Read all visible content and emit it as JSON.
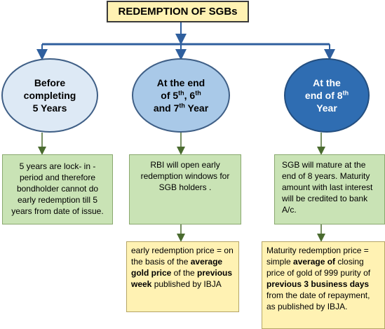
{
  "title": "REDEMPTION OF SGBs",
  "nodes": {
    "stage1": {
      "line1": "Before",
      "line2": "completing",
      "line3": "5 Years"
    },
    "stage2": {
      "line1a": "At the end",
      "line2a": "of 5",
      "sup1": "th",
      "line2b": ", 6",
      "sup2": "th",
      "line3a": "and 7",
      "sup3": "th",
      "line3b": " Year"
    },
    "stage3": {
      "line1": "At the",
      "line2a": "end of 8",
      "sup": "th",
      "line3": "Year"
    }
  },
  "details": {
    "d1": "5 years are lock- in - period and therefore bondholder cannot do early redemption till 5 years from date of issue.",
    "d2": "RBI will open early redemption windows for SGB holders .",
    "d3": "SGB will mature at the end of 8 years. Maturity amount with last interest will be credited to bank A/c."
  },
  "prices": {
    "p1": {
      "t1": "early redemption price = on the basis of the ",
      "b1": "average gold price",
      "t2": " of the ",
      "b2": "previous week",
      "t3": " published by IBJA"
    },
    "p2": {
      "t1": "Maturity redemption price = simple ",
      "b1": "average of",
      "t2": " closing price of gold of 999 purity of ",
      "b2": "previous 3 business days",
      "t3": " from the date of repayment, as published by IBJA."
    }
  },
  "colors": {
    "title_bg": "#fff2b3",
    "connector_blue": "#2f5f9e",
    "connector_green": "#4a6b2f",
    "circle_light": "#dde9f5",
    "circle_mid": "#a9c9e8",
    "circle_dark": "#2f6db2",
    "detail_green": "#c9e3b5",
    "price_yellow": "#fff2b3"
  }
}
